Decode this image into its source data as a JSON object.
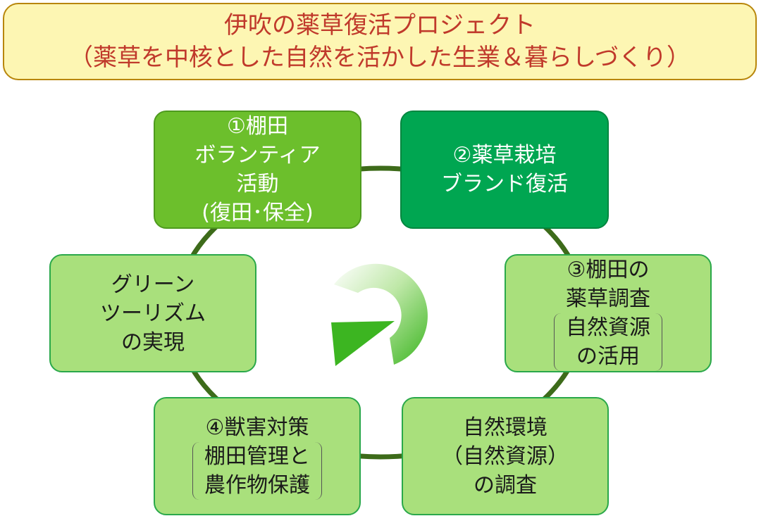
{
  "title": {
    "line1": "伊吹の薬草復活プロジェクト",
    "line2": "（薬草を中核とした自然を活かした生業＆暮らしづくり）"
  },
  "nodes": {
    "n1": [
      "①棚田",
      "ボランティア",
      "活動",
      "(復田･保全)"
    ],
    "n2": [
      "②薬草栽培",
      "ブランド復活"
    ],
    "n3": {
      "head": [
        "③棚田の",
        "薬草調査"
      ],
      "bracket": [
        "自然資源",
        "の活用"
      ]
    },
    "n4": {
      "head": [
        "④獣害対策"
      ],
      "bracket": [
        "棚田管理と",
        "農作物保護"
      ]
    },
    "n5": [
      "自然環境",
      "（自然資源）",
      "の調査"
    ],
    "n6": [
      "グリーン",
      "ツーリズム",
      "の実現"
    ]
  },
  "colors": {
    "title_bg": "#fdf6b3",
    "title_text": "#c0392b",
    "node_light": "#a9e07c",
    "node_mid": "#6cbf2c",
    "node_dark": "#00a651",
    "ring": "#3d6b1a",
    "cycle_arrow": "#3cb521"
  },
  "icons": {
    "center": "cycle-arrow-icon"
  }
}
